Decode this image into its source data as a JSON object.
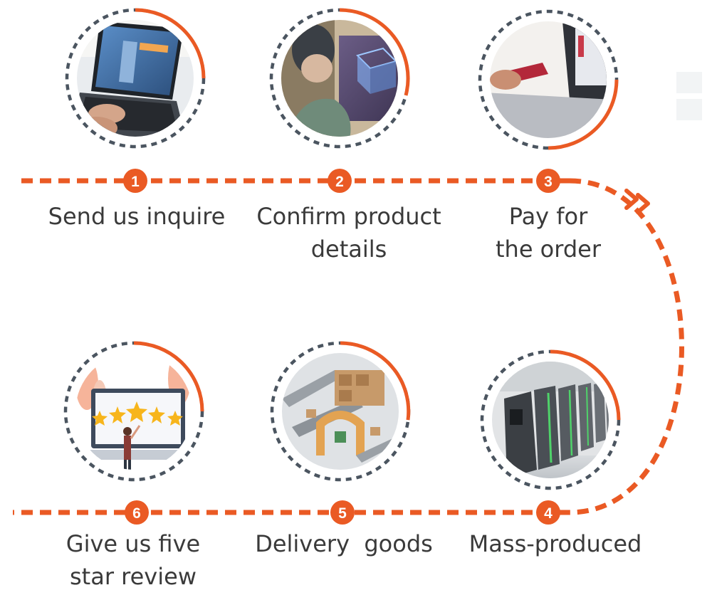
{
  "colors": {
    "accent": "#ea5a24",
    "ring_dashed": "#4b5560",
    "label_text": "#3a3a3a",
    "background": "#ffffff"
  },
  "steps": [
    {
      "number": "1",
      "label_lines": [
        "Send us inquire"
      ],
      "image": "laptop-typing-website-photo"
    },
    {
      "number": "2",
      "label_lines": [
        "Confirm product",
        "details"
      ],
      "image": "cad-design-screen-photo"
    },
    {
      "number": "3",
      "label_lines": [
        "Pay for",
        "the order"
      ],
      "image": "credit-card-payment-photo"
    },
    {
      "number": "4",
      "label_lines": [
        "Mass-produced"
      ],
      "image": "factory-machines-photo"
    },
    {
      "number": "5",
      "label_lines": [
        "Delivery  goods"
      ],
      "image": "warehouse-conveyor-illustration"
    },
    {
      "number": "6",
      "label_lines": [
        "Give us five",
        "star review"
      ],
      "image": "five-star-review-illustration"
    }
  ]
}
